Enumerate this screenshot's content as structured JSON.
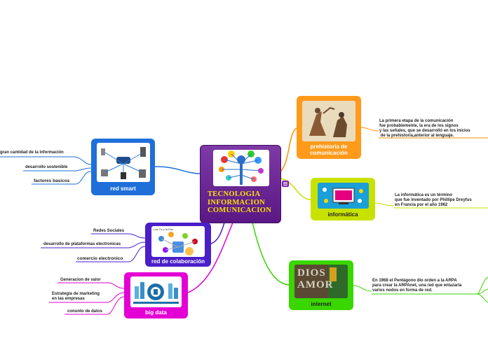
{
  "center": {
    "title_lines": [
      "TECNOLOGIA",
      "INFORMACION",
      "COMUNICACION"
    ],
    "color": "#6a1b9a"
  },
  "topics": {
    "prehistoria": {
      "label": "prehistoria de\ncomunicación",
      "color": "#ff8f00"
    },
    "informatica": {
      "label": "informática",
      "color": "#c6e000"
    },
    "internet": {
      "label": "internet",
      "color": "#37d400"
    },
    "red_smart": {
      "label": "red smart",
      "color": "#1e6fd9"
    },
    "red_colaboracion": {
      "label": "red de colaboración",
      "color": "#4a1fc9"
    },
    "big_data": {
      "label": "big data",
      "color": "#e000d0"
    }
  },
  "details": {
    "prehistoria": "La primera etapa de la comunicación\nfue probablemente, la era de los signos\ny las señales, que se desarrolló en los inicios\n de la prehistoria,anterior al lenguaje.",
    "informatica": "La informática es un término\nque fue inventado por Phillipe Dreyfus\nen Francia por el año 1962",
    "internet": "En 1968 el Pentágono dio orden a la ARPA\npara crear la ARPAnet, una red que enlazaría\nvarios nodos en forma de red."
  },
  "red_smart_items": [
    "gran cantidad de la información",
    "desarrollo sostenible",
    "factores basicos"
  ],
  "red_colaboracion_items": [
    "Redes Sociales",
    "desarrollo de plataformas electronicas",
    "comercio electronico"
  ],
  "big_data_items": [
    "Generacion de valor",
    "Estrategia de marketing\nen las empresas",
    "conunto de datos"
  ],
  "image_text": {
    "internet_words": [
      "DIOS",
      "AMOR"
    ],
    "colaboracion_caption": "Las Tic y la Edu"
  },
  "icons": {
    "center": "tech-tree-icon",
    "menu": "notes-icon"
  }
}
